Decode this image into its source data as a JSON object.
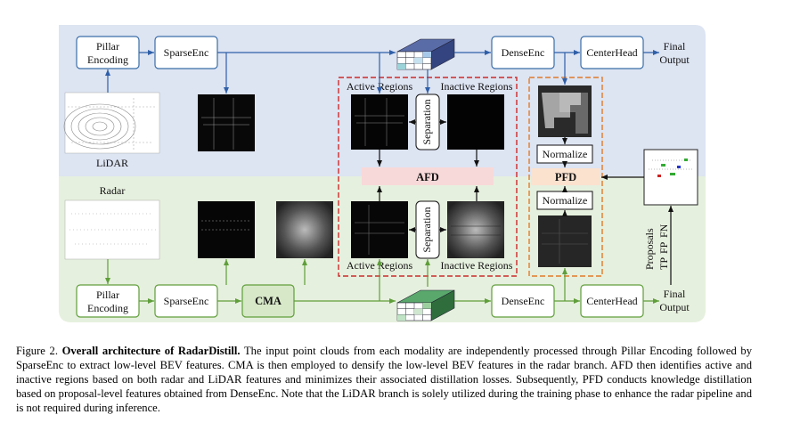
{
  "lidar_branch": {
    "pillar_encoding": [
      "Pillar",
      "Encoding"
    ],
    "sparse_enc": "SparseEnc",
    "dense_enc": "DenseEnc",
    "center_head": "CenterHead",
    "final_output": [
      "Final",
      "Output"
    ],
    "input_label": "LiDAR"
  },
  "radar_branch": {
    "input_label": "Radar",
    "pillar_encoding": [
      "Pillar",
      "Encoding"
    ],
    "sparse_enc": "SparseEnc",
    "cma": "CMA",
    "dense_enc": "DenseEnc",
    "center_head": "CenterHead",
    "final_output": [
      "Final",
      "Output"
    ]
  },
  "afd": {
    "label": "AFD",
    "active_top": "Active Regions",
    "inactive_top": "Inactive Regions",
    "active_bottom": "Active Regions",
    "inactive_bottom": "Inactive Regions",
    "separation": "Separation"
  },
  "pfd": {
    "label": "PFD",
    "normalize_top": "Normalize",
    "normalize_bottom": "Normalize"
  },
  "proposals": {
    "label": "Proposals",
    "tp": "TP",
    "fp": "FP",
    "fn": "FN"
  },
  "colors": {
    "lidar_bg": "#dde4f2",
    "radar_bg": "#e6f0de",
    "afd_box": "#cc2a2a",
    "pfd_box": "#e07a2a",
    "afd_band": "#f8d9d9",
    "pfd_band": "#fbe2cf",
    "tp": "#2233cc",
    "fp": "#33aa33",
    "fn": "#cc2222"
  },
  "caption": {
    "figure": "Figure 2.",
    "title": "Overall architecture of RadarDistill.",
    "body": "The input point clouds from each modality are independently processed through Pillar Encoding followed by SparseEnc to extract low-level BEV features. CMA is then employed to densify the low-level BEV features in the radar branch. AFD then identifies active and inactive regions based on both radar and LiDAR features and minimizes their associated distillation losses. Subsequently, PFD conducts knowledge distillation based on proposal-level features obtained from DenseEnc. Note that the LiDAR branch is solely utilized during the training phase to enhance the radar pipeline and is not required during inference."
  }
}
